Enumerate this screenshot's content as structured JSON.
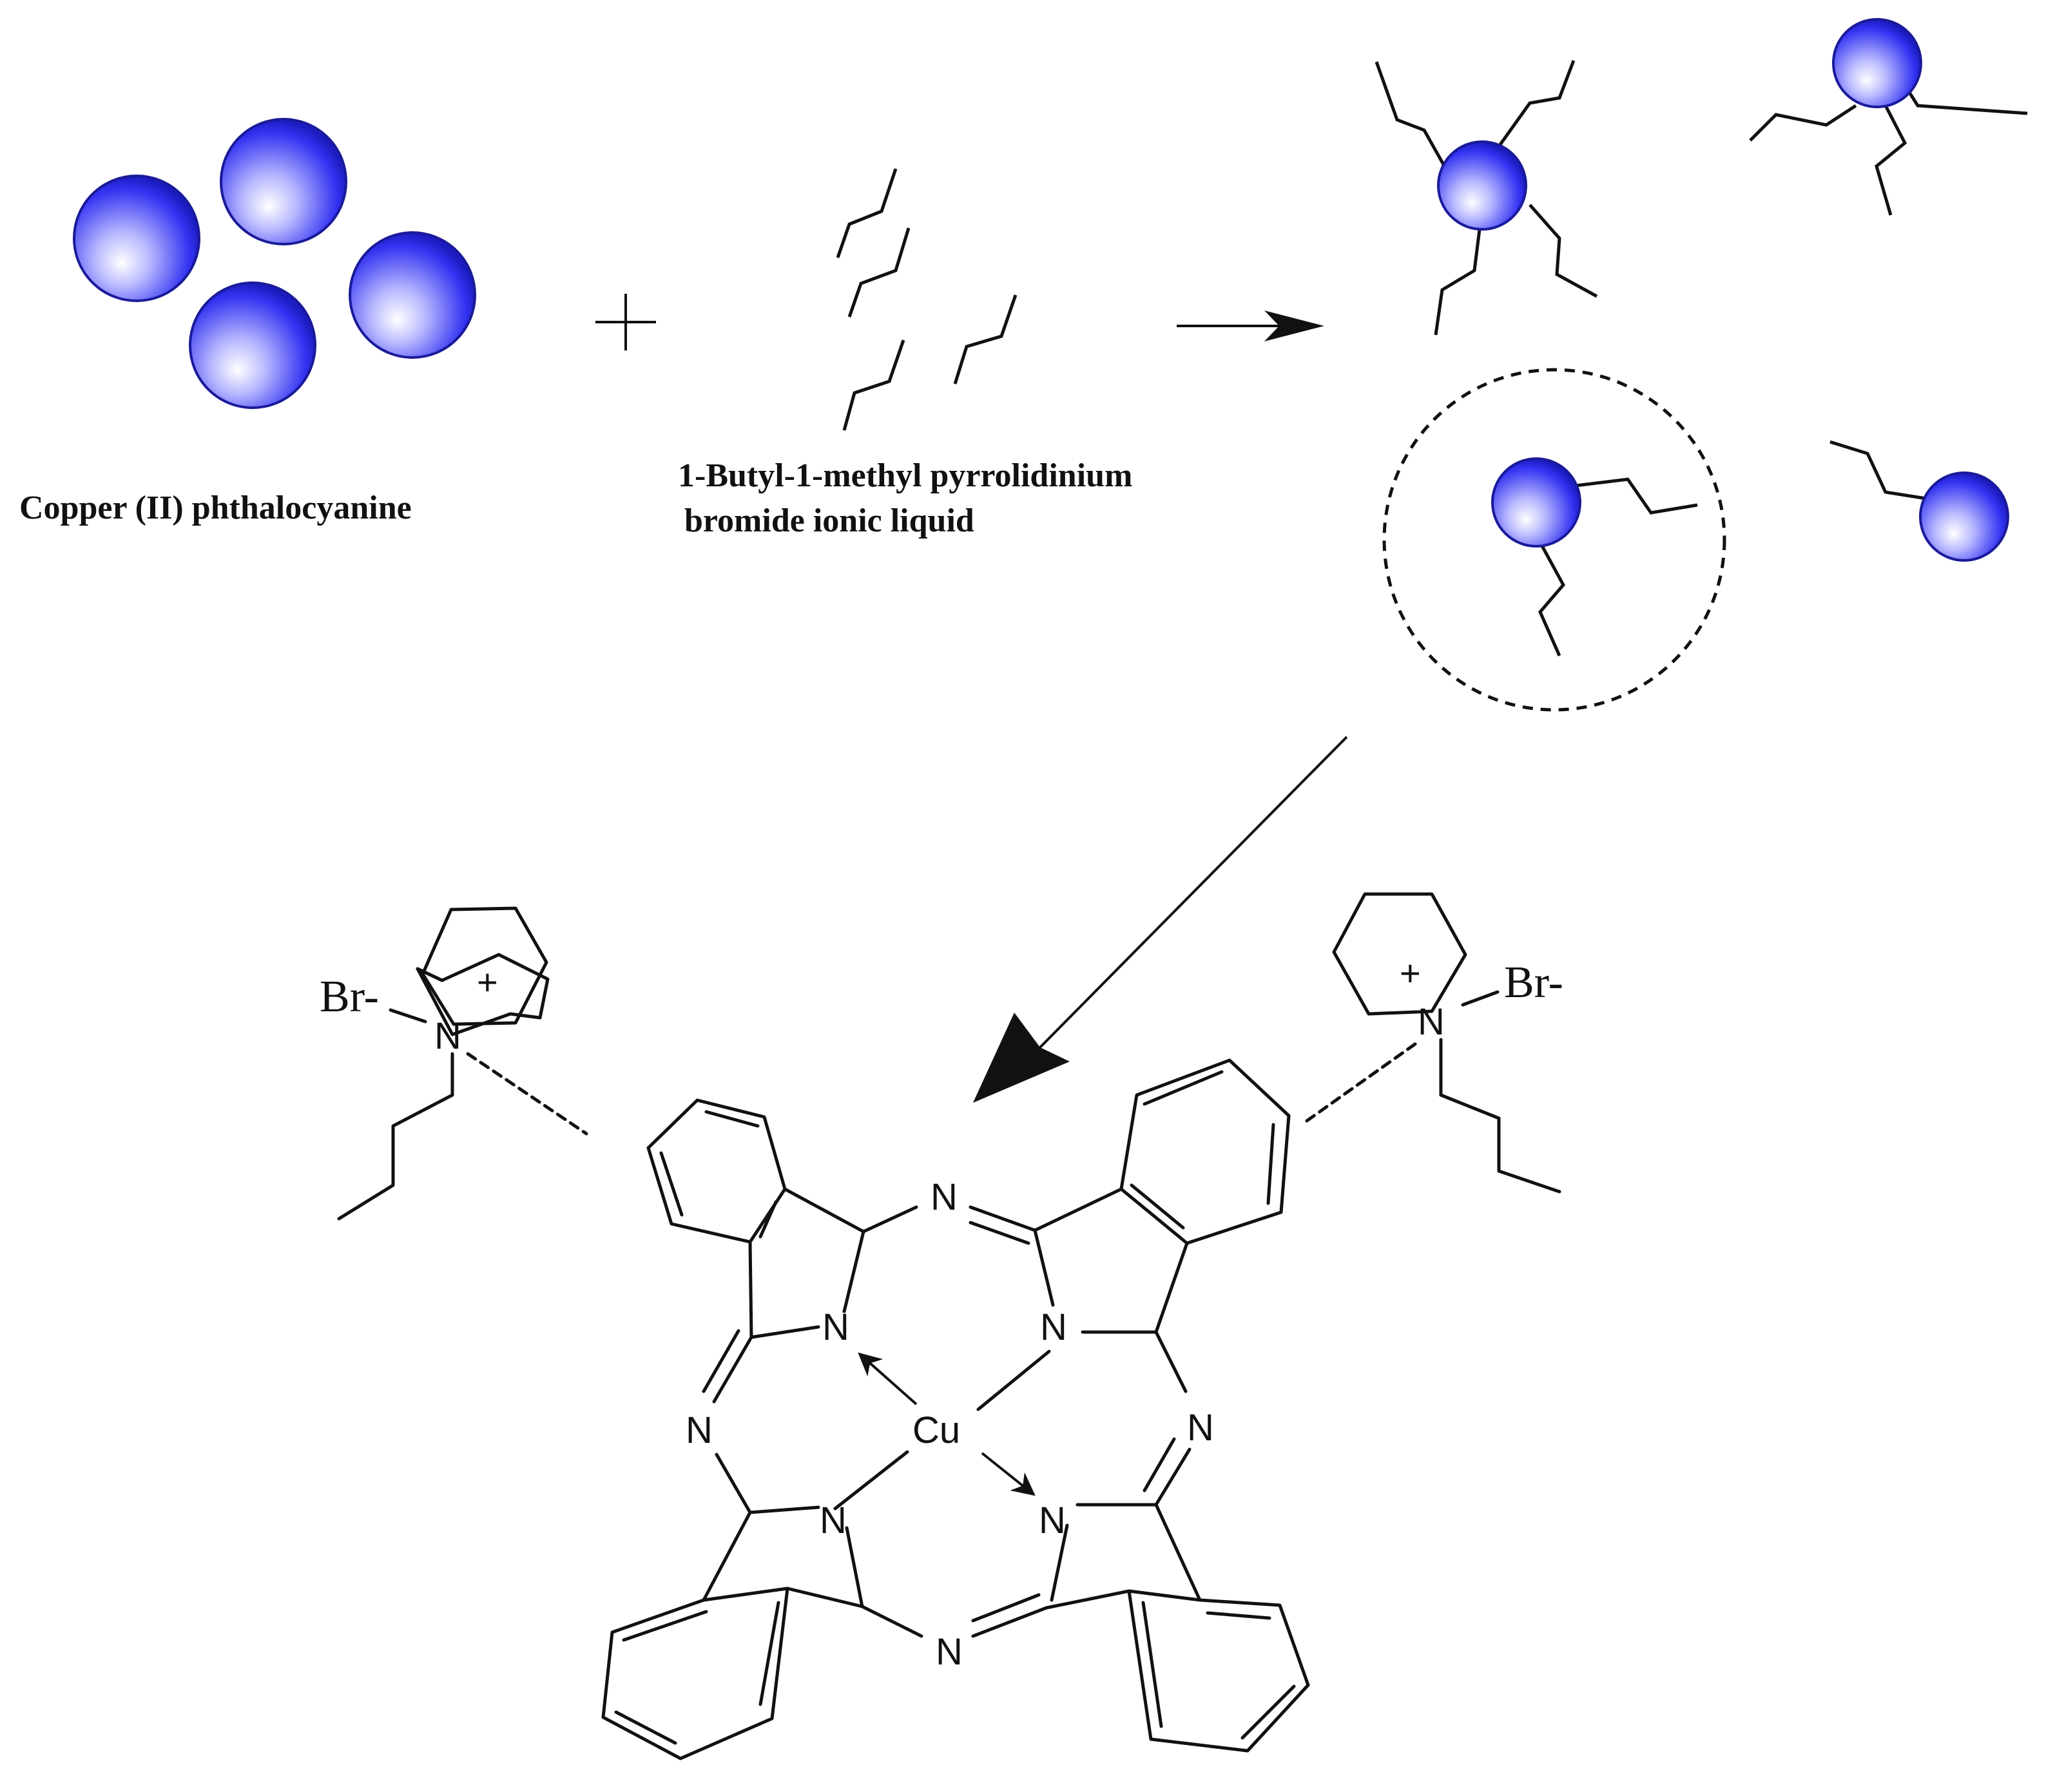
{
  "labels": {
    "copper_pc": "Copper (II) phthalocyanine",
    "ionic_liquid_line1": "1-Butyl-1-methyl pyrrolidinium",
    "ionic_liquid_line2": "bromide ionic liquid"
  },
  "atoms": {
    "nitrogen": "N",
    "copper": "Cu",
    "bromide": "Br-",
    "charge": "+"
  },
  "colors": {
    "sphere_fill": "#3a3aff",
    "sphere_edge": "#1a1a9a",
    "ink": "#111111"
  }
}
